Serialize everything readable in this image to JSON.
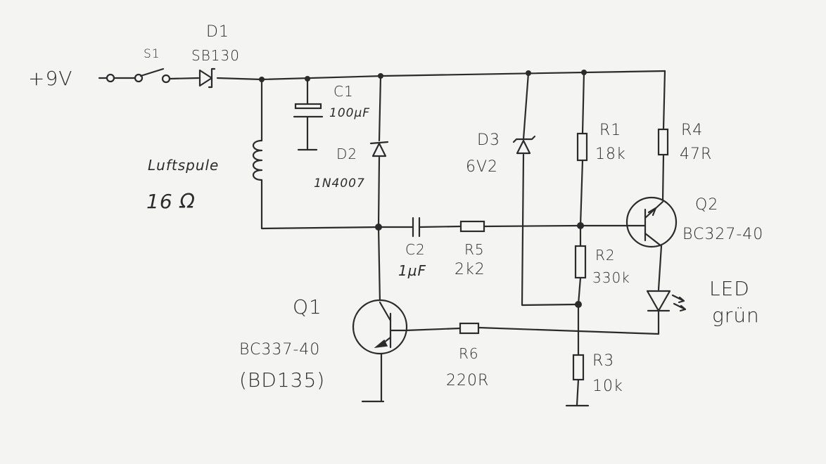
{
  "supply": {
    "label": "+9V"
  },
  "switch": {
    "ref": "S1"
  },
  "d1": {
    "ref": "D1",
    "value": "SB130"
  },
  "c1": {
    "ref": "C1",
    "value": "100µF"
  },
  "coil": {
    "name": "Luftspule",
    "value": "16 Ω"
  },
  "d2": {
    "ref": "D2",
    "value": "1N4007"
  },
  "d3": {
    "ref": "D3",
    "value": "6V2"
  },
  "r1": {
    "ref": "R1",
    "value": "18k"
  },
  "r4": {
    "ref": "R4",
    "value": "47R"
  },
  "q2": {
    "ref": "Q2",
    "value": "BC327-40"
  },
  "c2": {
    "ref": "C2",
    "value": "1µF"
  },
  "r5": {
    "ref": "R5",
    "value": "2k2"
  },
  "r2": {
    "ref": "R2",
    "value": "330k"
  },
  "led": {
    "name": "LED",
    "color": "grün"
  },
  "q1": {
    "ref": "Q1",
    "value": "BC337-40",
    "alt": "(BD135)"
  },
  "r6": {
    "ref": "R6",
    "value": "220R"
  },
  "r3": {
    "ref": "R3",
    "value": "10k"
  }
}
